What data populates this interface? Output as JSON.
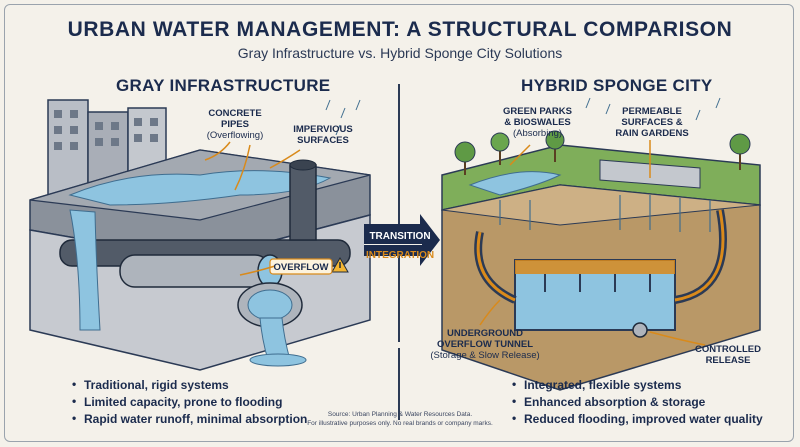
{
  "header": {
    "title": "URBAN WATER MANAGEMENT: A STRUCTURAL COMPARISON",
    "subtitle": "Gray Infrastructure vs. Hybrid Sponge City Solutions"
  },
  "left": {
    "title": "GRAY INFRASTRUCTURE",
    "labels": {
      "pipes": "CONCRETE PIPES",
      "pipes_sub": "(Overflowing)",
      "impervious_1": "IMPERVIOUS",
      "impervious_2": "SURFACES",
      "overflow": "OVERFLOW"
    },
    "bullets": [
      "Traditional, rigid systems",
      "Limited capacity, prone to flooding",
      "Rapid water runoff, minimal absorption"
    ]
  },
  "right": {
    "title": "HYBRID SPONGE CITY",
    "labels": {
      "parks_1": "GREEN PARKS",
      "parks_2": "& BIOSWALES",
      "parks_sub": "(Absorbing)",
      "permeable_1": "PERMEABLE",
      "permeable_2": "SURFACES &",
      "permeable_3": "RAIN GARDENS",
      "tunnel_1": "UNDERGROUND",
      "tunnel_2": "OVERFLOW TUNNEL",
      "tunnel_sub": "(Storage & Slow Release)",
      "release_1": "CONTROLLED",
      "release_2": "RELEASE"
    },
    "bullets": [
      "Integrated, flexible systems",
      "Enhanced absorption & storage",
      "Reduced flooding, improved water quality"
    ]
  },
  "transition": {
    "line1": "TRANSITION",
    "line2": "INTEGRATION"
  },
  "footer": {
    "source": "Source: Urban Planning & Water Resources Data.",
    "note": "For illustrative purposes only. No real brands or company marks."
  },
  "colors": {
    "navy": "#1b2b4d",
    "orange": "#d98a1b",
    "water": "#8ec4e0",
    "grass": "#7fae5a"
  }
}
